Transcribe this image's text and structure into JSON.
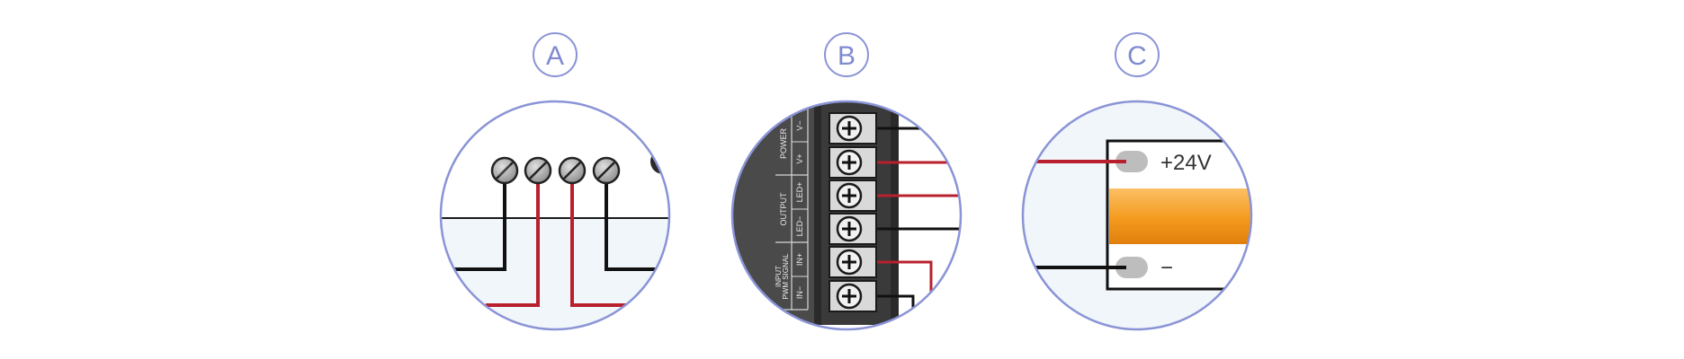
{
  "panels": [
    {
      "label": "A"
    },
    {
      "label": "B"
    },
    {
      "label": "C"
    }
  ],
  "terminal_block": {
    "groups": [
      {
        "name": "POWER"
      },
      {
        "name": "OUTPUT"
      },
      {
        "name": "INPUT",
        "subname": "PWM SIGNAL"
      }
    ],
    "pins": [
      "V−",
      "V+",
      "LED+",
      "LED−",
      "IN+",
      "IN−"
    ]
  },
  "strip": {
    "positive_label": "+24V",
    "negative_label": "−"
  },
  "colors": {
    "circle_stroke": "#8a94d6",
    "label_text": "#7f8ad0",
    "red_wire": "#b8202e",
    "black_wire": "#111111",
    "strip_orange": "#f39a1e",
    "circle_fill": "#f1f6fb",
    "housing": "#4a4a4a"
  }
}
